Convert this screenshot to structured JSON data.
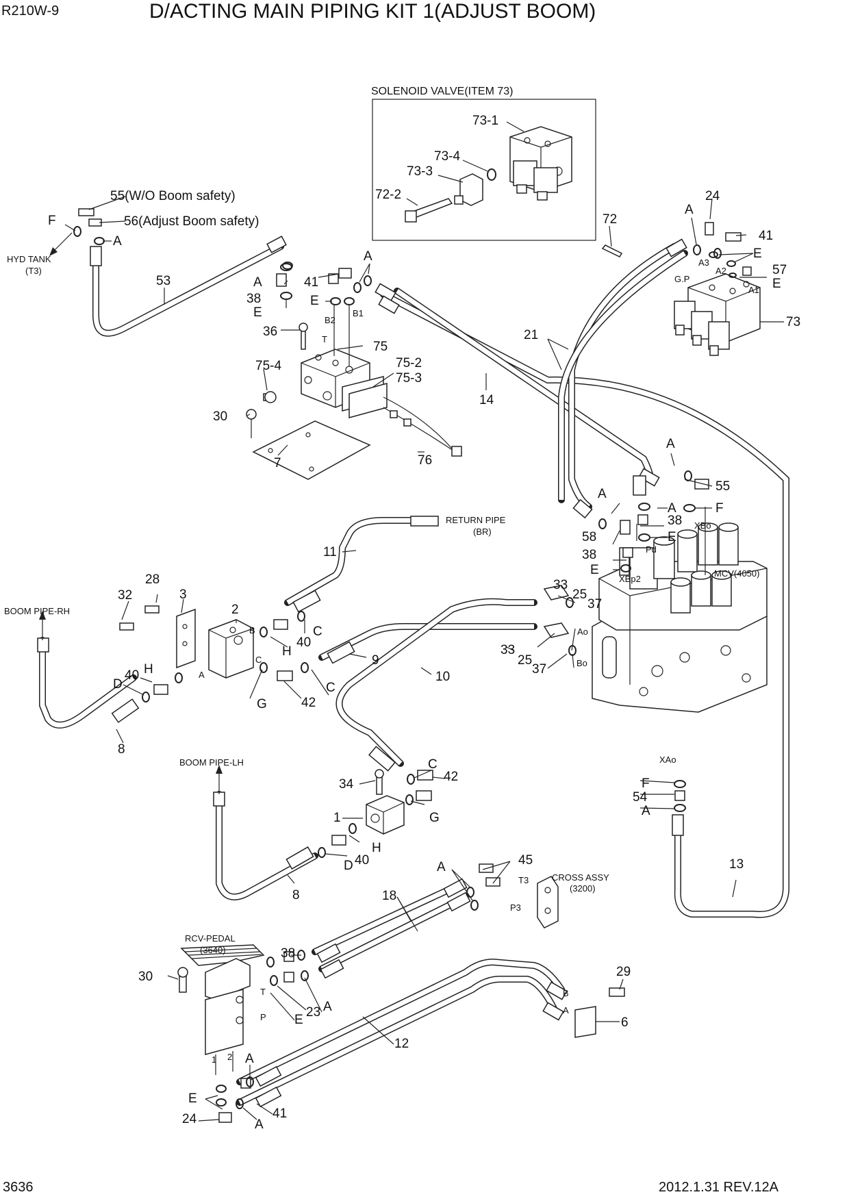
{
  "header": {
    "model": "R210W-9",
    "title": "D/ACTING MAIN PIPING KIT 1(ADJUST BOOM)"
  },
  "footer": {
    "page": "3636",
    "revision": "2012.1.31  REV.12A"
  },
  "inset_title": "SOLENOID VALVE(ITEM 73)",
  "notes": {
    "n55": "55(W/O Boom safety)",
    "n56": "56(Adjust Boom safety)",
    "hyd_tank_1": "HYD TANK",
    "hyd_tank_2": "(T3)",
    "return_pipe_1": "RETURN PIPE",
    "return_pipe_2": "(BR)",
    "boom_rh": "BOOM PIPE-RH",
    "boom_lh": "BOOM PIPE-LH",
    "mcv": "MCV(4050)",
    "cross_1": "CROSS ASSY",
    "cross_2": "(3200)",
    "rcv_1": "RCV-PEDAL",
    "rcv_2": "(3640)"
  },
  "callouts": {
    "c73_1": "73-1",
    "c73_4": "73-4",
    "c73_3": "73-3",
    "c72_2": "72-2",
    "c55a": "55",
    "c56": "56",
    "cFa": "F",
    "cAa": "A",
    "c53": "53",
    "cAb": "A",
    "c38a": "38",
    "cEa": "E",
    "c41a": "41",
    "cAc": "A",
    "cEb": "E",
    "c36": "36",
    "c75": "75",
    "c75_4": "75-4",
    "c75_2": "75-2",
    "c75_3": "75-3",
    "c30a": "30",
    "c7": "7",
    "c76": "76",
    "c72": "72",
    "cAd": "A",
    "c24a": "24",
    "c41b": "41",
    "cEc": "E",
    "c57": "57",
    "cEd": "E",
    "c73": "73",
    "c21": "21",
    "c14": "14",
    "cAe": "A",
    "c55b": "55",
    "cAf": "A",
    "cAg": "A",
    "cFb": "F",
    "c38b": "38",
    "c58": "58",
    "cEe": "E",
    "c38c": "38",
    "cEf": "E",
    "c11": "11",
    "c28": "28",
    "c32": "32",
    "c3": "3",
    "c2": "2",
    "c40a": "40",
    "cCa": "C",
    "cHa": "H",
    "c33a": "33",
    "c25a": "25",
    "c37a": "37",
    "c9": "9",
    "c10": "10",
    "c33b": "33",
    "c25b": "25",
    "c37b": "37",
    "c40b": "40",
    "cHb": "H",
    "cDa": "D",
    "cGa": "G",
    "c42a": "42",
    "cCb": "C",
    "c8a": "8",
    "c34": "34",
    "cCc": "C",
    "c42b": "42",
    "c1": "1",
    "cGb": "G",
    "cHc": "H",
    "c40c": "40",
    "cDb": "D",
    "c8b": "8",
    "cFc": "F",
    "c54": "54",
    "cAh": "A",
    "c13": "13",
    "c45": "45",
    "cAi": "A",
    "c18": "18",
    "c38d": "38",
    "c23": "23",
    "cAj": "A",
    "cEg": "E",
    "c30b": "30",
    "c29": "29",
    "c6": "6",
    "c12": "12",
    "cAk": "A",
    "cEh": "E",
    "c24b": "24",
    "c41c": "41",
    "cAl": "A"
  },
  "ports": {
    "B2": "B2",
    "B1": "B1",
    "T": "T",
    "A3": "A3",
    "A2": "A2",
    "A1": "A1",
    "GP": "G.P",
    "XBo": "XBo",
    "Pd": "Pd",
    "XBp2": "XBp2",
    "Ao": "Ao",
    "Bo": "Bo",
    "XAo": "XAo",
    "pB": "B",
    "pA": "A",
    "pC": "C",
    "T3": "T3",
    "P3": "P3",
    "pT": "T",
    "pP": "P",
    "p1": "1",
    "p2": "2",
    "pB6": "B",
    "pA6": "A"
  }
}
